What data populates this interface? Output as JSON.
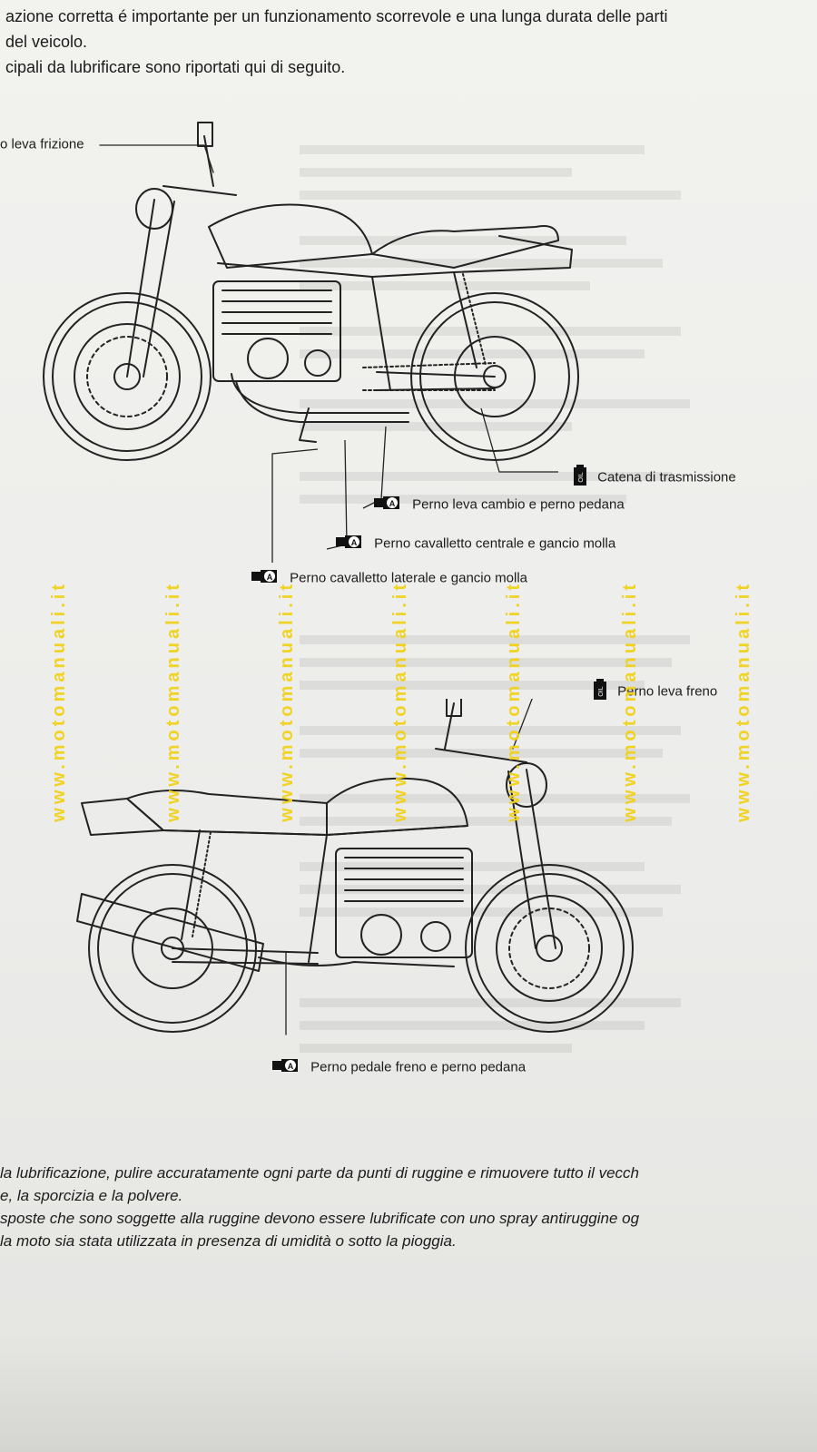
{
  "intro": {
    "line1": "azione corretta é importante per un funzionamento scorrevole e una lunga durata delle parti",
    "line2": "del veicolo.",
    "line3": "cipali da lubrificare sono riportati qui di seguito."
  },
  "labels": {
    "clutch_lever": "o leva frizione",
    "chain": "Catena di trasmissione",
    "gearshift": "Perno leva cambio e perno pedana",
    "center_stand": "Perno cavalletto centrale e gancio molla",
    "side_stand": "Perno cavalletto laterale e gancio molla",
    "brake_lever": "Perno leva freno",
    "brake_pedal": "Perno pedale freno e perno pedana"
  },
  "icons": {
    "oil": "oil-can-icon",
    "grease": "grease-gun-icon",
    "grease_letter": "A",
    "oil_text": "OIL"
  },
  "watermark": "www.motomanuali.it",
  "notes": {
    "line1": "la lubrificazione, pulire accuratamente ogni parte da punti di ruggine e rimuovere tutto il vecch",
    "line2": "e, la sporcizia e la polvere.",
    "line3": "sposte che sono soggette alla ruggine devono essere lubrificate con uno spray antiruggine og",
    "line4": "la moto sia stata utilizzata in presenza di umidità o sotto la pioggia."
  },
  "colors": {
    "paper": "#efefec",
    "ink": "#1c1c1c",
    "watermark": "#f1d21a"
  }
}
